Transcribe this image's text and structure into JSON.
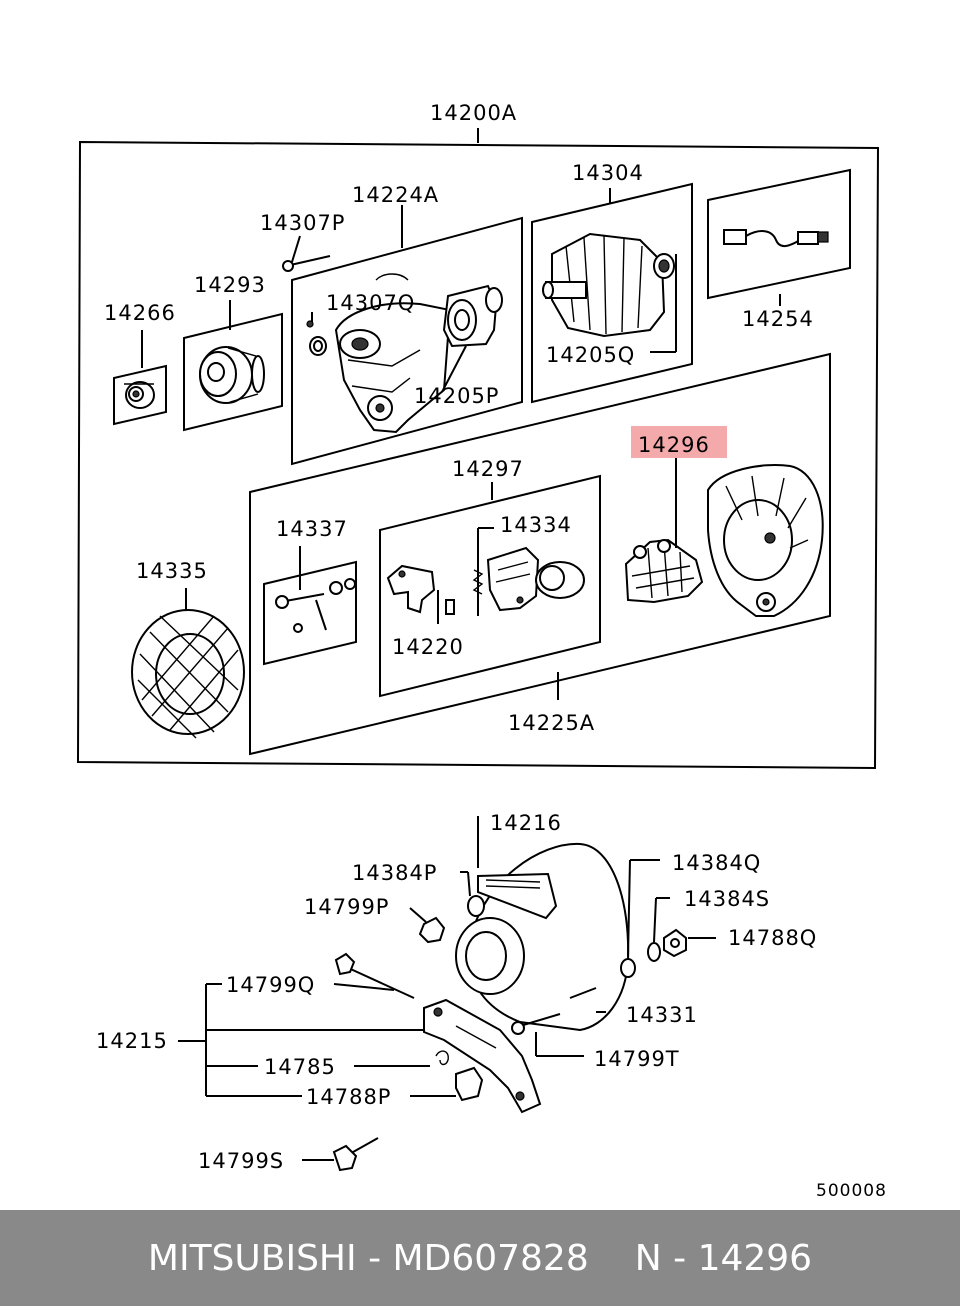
{
  "diagram": {
    "highlight_color": "#f4aaaa",
    "ref_number": "500008",
    "parts": {
      "p14200A": "14200A",
      "p14304": "14304",
      "p14224A": "14224A",
      "p14307P": "14307P",
      "p14293": "14293",
      "p14266": "14266",
      "p14307Q": "14307Q",
      "p14205P": "14205P",
      "p14205Q": "14205Q",
      "p14254": "14254",
      "p14296": "14296",
      "p14297": "14297",
      "p14337": "14337",
      "p14334": "14334",
      "p14335": "14335",
      "p14220": "14220",
      "p14225A": "14225A",
      "p14216": "14216",
      "p14384P": "14384P",
      "p14384Q": "14384Q",
      "p14799P": "14799P",
      "p14384S": "14384S",
      "p14788Q": "14788Q",
      "p14799Q": "14799Q",
      "p14331": "14331",
      "p14215": "14215",
      "p14785": "14785",
      "p14799T": "14799T",
      "p14788P": "14788P",
      "p14799S": "14799S"
    }
  },
  "footer": {
    "brand": "MITSUBISHI",
    "separator": "-",
    "part_number": "MD607828",
    "ref_prefix": "N - ",
    "ref_number": "14296",
    "background": "#898989"
  }
}
